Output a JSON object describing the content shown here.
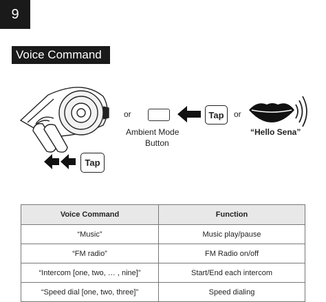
{
  "page": {
    "number": "9"
  },
  "section": {
    "title": "Voice Command"
  },
  "illustration": {
    "or_left": "or",
    "or_right": "or",
    "tap_label_top": "Tap",
    "tap_label_bottom": "Tap",
    "ambient_label_line1": "Ambient Mode",
    "ambient_label_line2": "Button",
    "hello_label": "“Hello Sena”"
  },
  "table": {
    "headers": [
      "Voice Command",
      "Function"
    ],
    "rows": [
      [
        "“Music”",
        "Music play/pause"
      ],
      [
        "“FM radio”",
        "FM Radio on/off"
      ],
      [
        "“Intercom [one, two, … , nine]”",
        "Start/End each intercom"
      ],
      [
        "“Speed dial [one, two, three]”",
        "Speed dialing"
      ]
    ]
  }
}
